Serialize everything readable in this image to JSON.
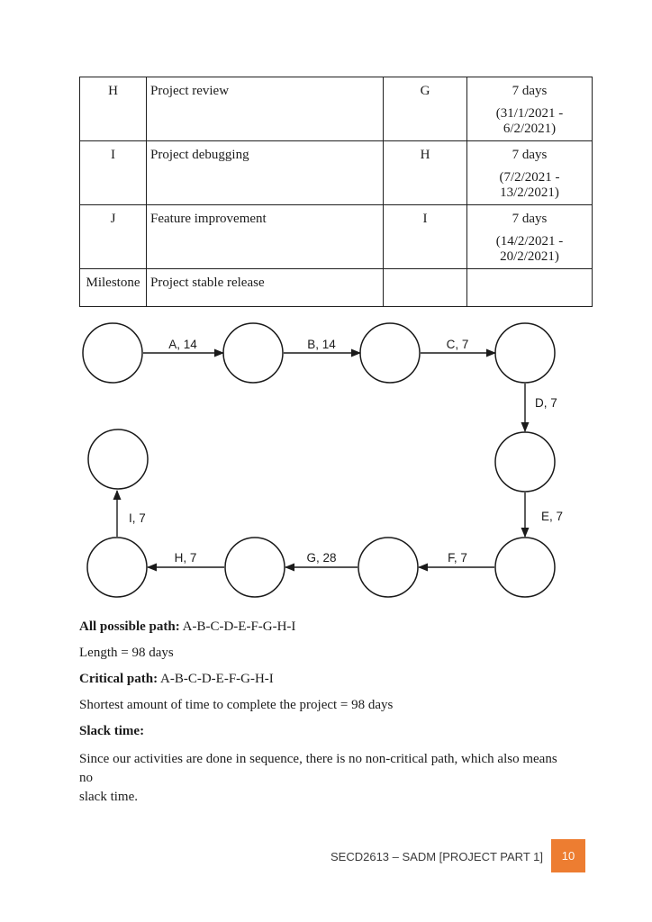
{
  "table": {
    "rows": [
      {
        "id": "H",
        "task": "Project review",
        "predecessor": "G",
        "duration": "7 days",
        "dates": "(31/1/2021 - 6/2/2021)"
      },
      {
        "id": "I",
        "task": "Project debugging",
        "predecessor": "H",
        "duration": "7 days",
        "dates": "(7/2/2021 - 13/2/2021)"
      },
      {
        "id": "J",
        "task": "Feature improvement",
        "predecessor": "I",
        "duration": "7 days",
        "dates": "(14/2/2021 - 20/2/2021)"
      },
      {
        "id": "Milestone",
        "task": "Project stable release",
        "predecessor": "",
        "duration": "",
        "dates": ""
      }
    ]
  },
  "diagram": {
    "type": "activity-network",
    "edges": [
      {
        "label": "A, 14"
      },
      {
        "label": "B, 14"
      },
      {
        "label": "C, 7"
      },
      {
        "label": "D, 7"
      },
      {
        "label": "E, 7"
      },
      {
        "label": "F, 7"
      },
      {
        "label": "G, 28"
      },
      {
        "label": "H, 7"
      },
      {
        "label": "I, 7"
      }
    ]
  },
  "analysis": {
    "all_possible_path_label": "All possible path:",
    "all_possible_path_value": " A-B-C-D-E-F-G-H-I",
    "length_line": "Length = 98 days",
    "critical_path_label": "Critical path:",
    "critical_path_value": " A-B-C-D-E-F-G-H-I",
    "shortest_line": "Shortest amount of time to complete the project = 98 days",
    "slack_label": "Slack time:",
    "slack_note_line1": "Since our activities are done in sequence, there is no non-critical path, which also means no",
    "slack_note_line2": "slack time."
  },
  "footer": {
    "course_code": "SECD2613 – SADM [PROJECT PART 1]",
    "page_number": "10",
    "accent_color": "#ED7D31"
  }
}
